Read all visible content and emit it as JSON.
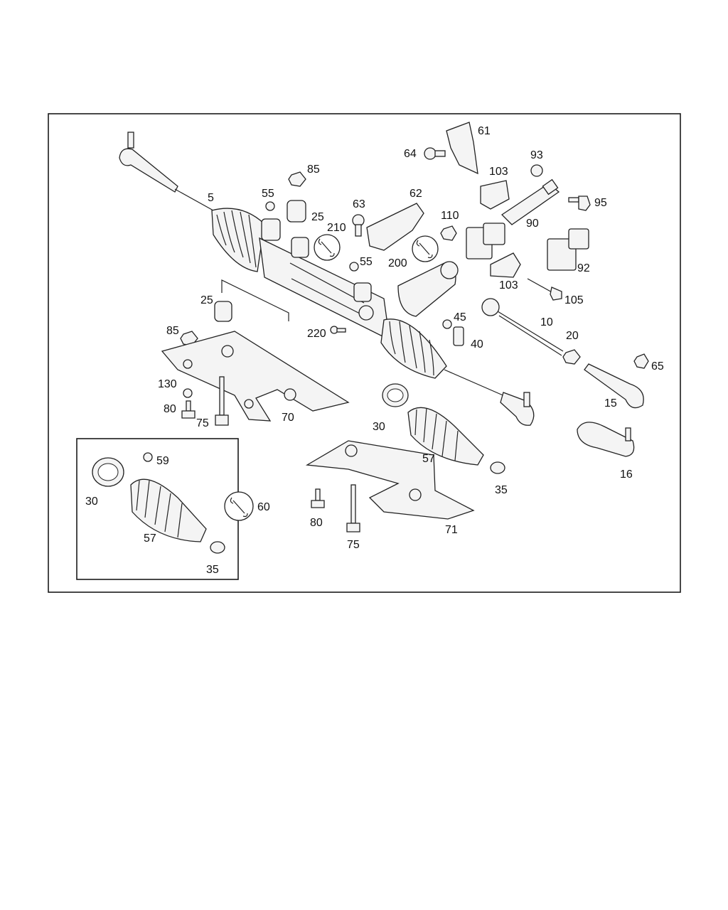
{
  "callouts": [
    {
      "id": "5",
      "text": "5"
    },
    {
      "id": "10",
      "text": "10"
    },
    {
      "id": "15",
      "text": "15"
    },
    {
      "id": "16",
      "text": "16"
    },
    {
      "id": "20",
      "text": "20"
    },
    {
      "id": "25a",
      "text": "25"
    },
    {
      "id": "25b",
      "text": "25"
    },
    {
      "id": "30a",
      "text": "30"
    },
    {
      "id": "30b",
      "text": "30"
    },
    {
      "id": "35a",
      "text": "35"
    },
    {
      "id": "35b",
      "text": "35"
    },
    {
      "id": "40",
      "text": "40"
    },
    {
      "id": "45",
      "text": "45"
    },
    {
      "id": "55a",
      "text": "55"
    },
    {
      "id": "55b",
      "text": "55"
    },
    {
      "id": "57a",
      "text": "57"
    },
    {
      "id": "57b",
      "text": "57"
    },
    {
      "id": "59",
      "text": "59"
    },
    {
      "id": "60",
      "text": "60"
    },
    {
      "id": "61",
      "text": "61"
    },
    {
      "id": "62",
      "text": "62"
    },
    {
      "id": "63",
      "text": "63"
    },
    {
      "id": "64",
      "text": "64"
    },
    {
      "id": "65",
      "text": "65"
    },
    {
      "id": "70",
      "text": "70"
    },
    {
      "id": "71",
      "text": "71"
    },
    {
      "id": "75a",
      "text": "75"
    },
    {
      "id": "75b",
      "text": "75"
    },
    {
      "id": "80a",
      "text": "80"
    },
    {
      "id": "80b",
      "text": "80"
    },
    {
      "id": "85a",
      "text": "85"
    },
    {
      "id": "85b",
      "text": "85"
    },
    {
      "id": "90",
      "text": "90"
    },
    {
      "id": "92",
      "text": "92"
    },
    {
      "id": "93",
      "text": "93"
    },
    {
      "id": "95",
      "text": "95"
    },
    {
      "id": "103a",
      "text": "103"
    },
    {
      "id": "103b",
      "text": "103"
    },
    {
      "id": "105",
      "text": "105"
    },
    {
      "id": "110",
      "text": "110"
    },
    {
      "id": "130",
      "text": "130"
    },
    {
      "id": "200",
      "text": "200"
    },
    {
      "id": "210",
      "text": "210"
    },
    {
      "id": "220",
      "text": "220"
    }
  ],
  "icons": {
    "wrench": "wrench-icon"
  },
  "colors": {
    "line": "#222222",
    "background": "#ffffff"
  }
}
